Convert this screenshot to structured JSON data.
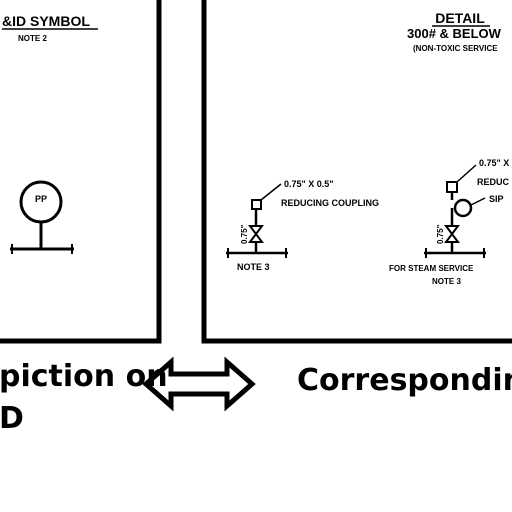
{
  "left_panel": {
    "title": "&ID SYMBOL",
    "note": "NOTE 2",
    "symbol_tag": "PP"
  },
  "right_panel": {
    "title": "DETAIL",
    "subtitle": "300# & BELOW",
    "service": "(NON-TOXIC SERVICE",
    "detail_a": {
      "coupling_size": "0.75\" X 0.5\"",
      "coupling_label": "REDUCING COUPLING",
      "valve_tag": "0.75\"",
      "note": "NOTE 3"
    },
    "detail_b": {
      "coupling_size": "0.75\" X",
      "coupling_label": "REDUC",
      "siphon_label": "SIP",
      "valve_tag": "0.75\"",
      "steam_label": "FOR STEAM SERVICE",
      "note": "NOTE 3"
    }
  },
  "caption": {
    "left_line1": "piction on",
    "left_line2": "D",
    "right": "Corresponding"
  }
}
